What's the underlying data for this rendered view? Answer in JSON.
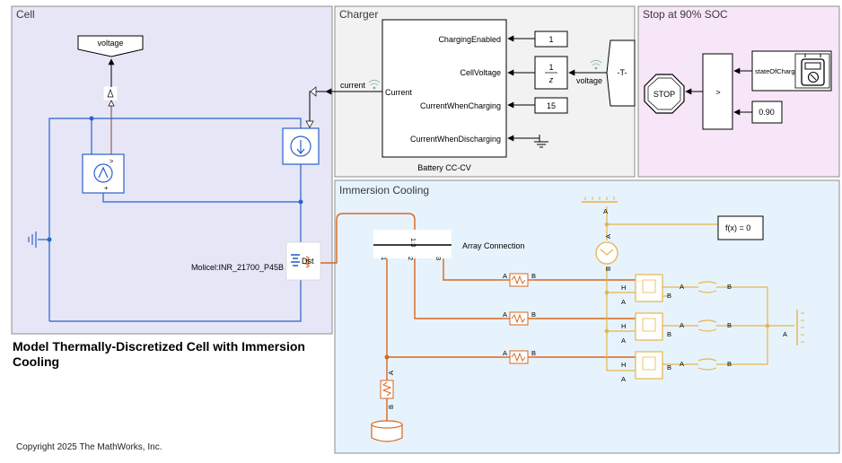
{
  "areas": {
    "cell": "Cell",
    "charger": "Charger",
    "stop": "Stop at 90% SOC",
    "cooling": "Immersion Cooling"
  },
  "cell": {
    "goto_tag": "voltage",
    "battery_name": "Molicel:INR_21700_P45B",
    "battery_port": "Dst",
    "sensor_gt": ">",
    "sensor_plus": "+"
  },
  "charger": {
    "block_name": "Battery CC-CV",
    "ports_in": [
      "ChargingEnabled",
      "CellVoltage",
      "CurrentWhenCharging",
      "CurrentWhenDischarging"
    ],
    "port_out": "Current",
    "const_enabled": "1",
    "const_current": "15",
    "delay_num": "1",
    "delay_den": "z",
    "from_tag": "-T-",
    "from_label": "voltage",
    "current_label": "current"
  },
  "stop": {
    "stop_label": "STOP",
    "compare_op": ">",
    "threshold": "0.90",
    "soc_label": "stateOfCharge"
  },
  "cooling": {
    "array_label": "Array Connection",
    "array_ports": [
      "1:3",
      "1",
      "2",
      "3"
    ],
    "constraint": "f(x) = 0",
    "port_a": "A",
    "port_b": "B",
    "port_h": "H"
  },
  "footer": {
    "title": "Model Thermally-Discretized Cell with Immersion Cooling",
    "copyright": "Copyright 2025 The MathWorks, Inc."
  },
  "colors": {
    "cell_bg": "#e6e6f7",
    "charger_bg": "#f2f2f2",
    "stop_bg": "#f7e6f7",
    "cooling_bg": "#e6f3fc",
    "electrical": "#2a62c9",
    "thermal": "#d9661f",
    "fluid": "#e7b54a"
  }
}
